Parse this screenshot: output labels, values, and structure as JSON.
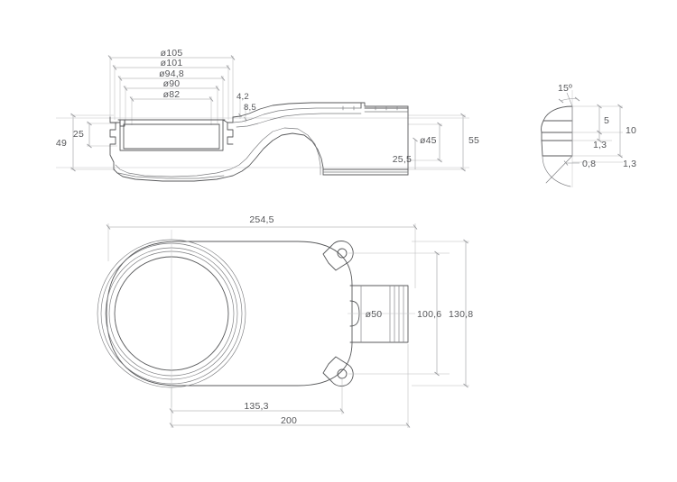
{
  "drawing": {
    "title": "Shower drain body technical drawing",
    "background_color": "#ffffff",
    "line_color": "#58595b",
    "dimension_color": "#9a9b9e",
    "text_color": "#56575a",
    "views": [
      {
        "name": "section-view",
        "label": ""
      },
      {
        "name": "detail-view",
        "label": ""
      },
      {
        "name": "plan-view",
        "label": ""
      }
    ]
  },
  "section_view": {
    "diameters": [
      {
        "name": "dia-105",
        "value": "ø105"
      },
      {
        "name": "dia-101",
        "value": "ø101"
      },
      {
        "name": "dia-94-8",
        "value": "ø94,8"
      },
      {
        "name": "dia-90",
        "value": "ø90"
      },
      {
        "name": "dia-82",
        "value": "ø82"
      }
    ],
    "heights": [
      {
        "name": "height-49",
        "value": "49"
      },
      {
        "name": "height-25",
        "value": "25"
      },
      {
        "name": "height-55",
        "value": "55"
      },
      {
        "name": "height-25-5",
        "value": "25,5"
      }
    ],
    "thickness": [
      {
        "name": "thk-4-2",
        "value": "4,2"
      },
      {
        "name": "thk-8-5",
        "value": "8,5"
      }
    ],
    "outlet": {
      "name": "dia-45",
      "value": "ø45"
    }
  },
  "detail_view": {
    "angle": {
      "name": "angle-15",
      "value": "15º"
    },
    "dims": [
      {
        "name": "detail-5",
        "value": "5"
      },
      {
        "name": "detail-10",
        "value": "10"
      },
      {
        "name": "detail-1-3-upper",
        "value": "1,3"
      },
      {
        "name": "detail-0-8",
        "value": "0,8"
      },
      {
        "name": "detail-1-3-lower",
        "value": "1,3"
      }
    ]
  },
  "plan_view": {
    "overall_length": {
      "name": "length-254-5",
      "value": "254,5"
    },
    "length_200": {
      "name": "length-200",
      "value": "200"
    },
    "length_135_3": {
      "name": "length-135-3",
      "value": "135,3"
    },
    "outlet_diameter": {
      "name": "dia-50",
      "value": "ø50"
    },
    "width_100_6": {
      "name": "width-100-6",
      "value": "100,6"
    },
    "width_130_8": {
      "name": "width-130-8",
      "value": "130,8"
    }
  }
}
